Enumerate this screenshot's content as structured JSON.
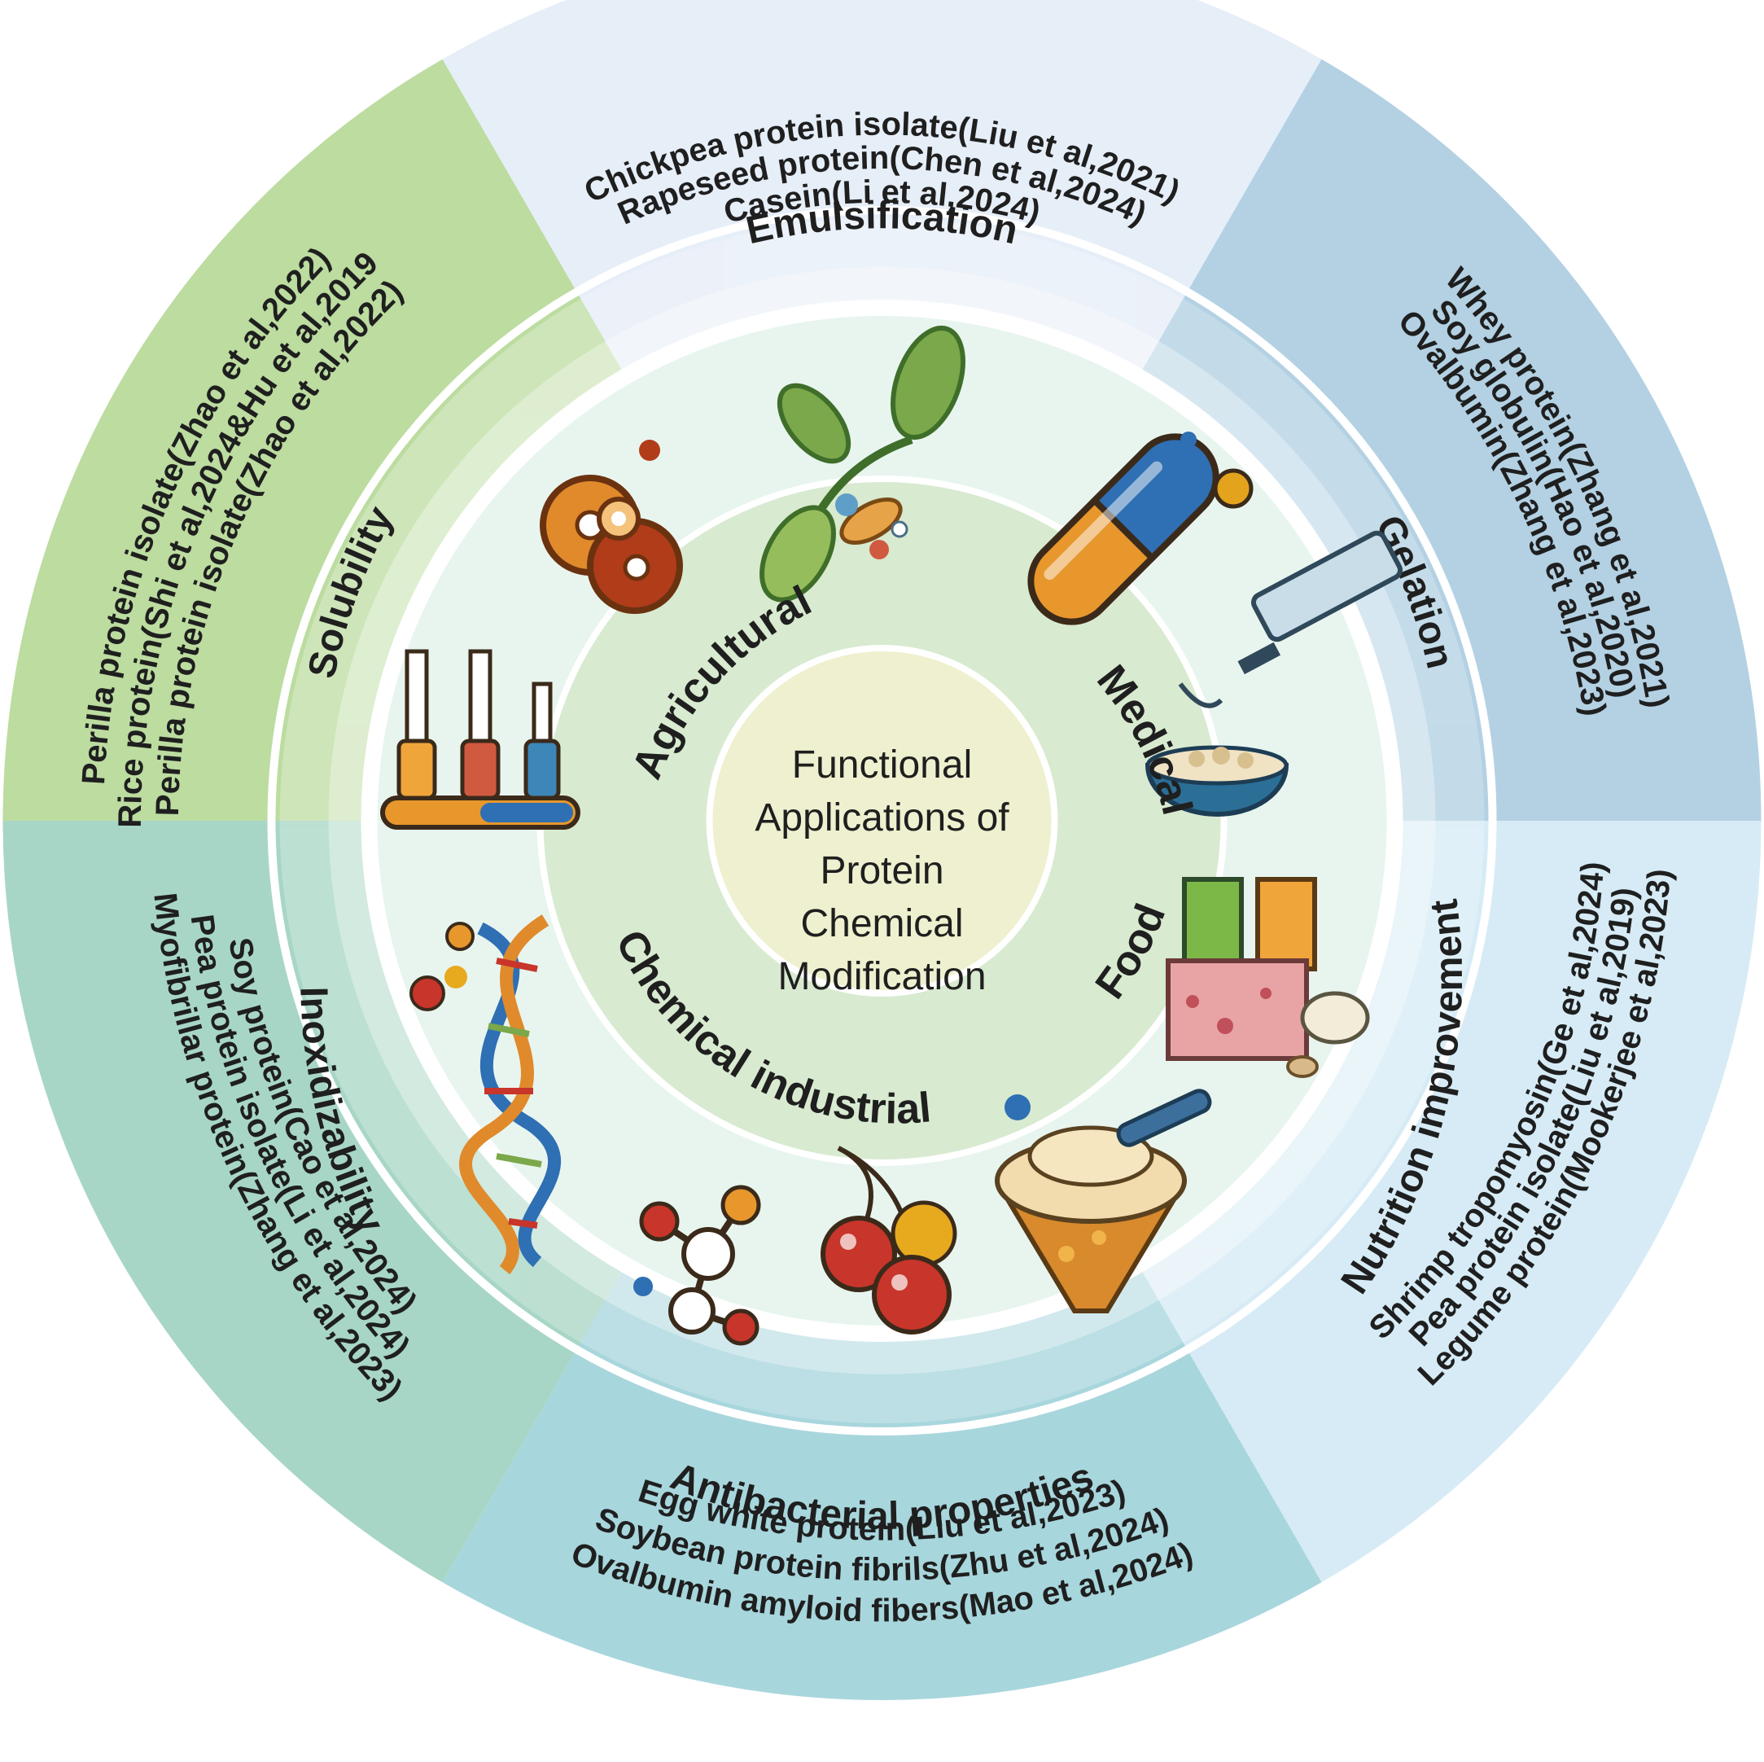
{
  "center": {
    "lines": [
      "Functional",
      "Applications of",
      "Protein",
      "Chemical",
      "Modification"
    ]
  },
  "applications": {
    "agricultural": "Agricultural",
    "medical": "Medical",
    "food": "Food",
    "chemical_industrial": "Chemical industrial"
  },
  "properties": {
    "emulsification": {
      "label": "Emulsification",
      "refs": [
        "Chickpea protein isolate(Liu et al,2021)",
        "Rapeseed protein(Chen et al,2024)",
        "Casein(Li et al,2024)"
      ]
    },
    "gelation": {
      "label": "Gelation",
      "refs": [
        "Whey protein(Zhang et al,2021)",
        "Soy globulin(Hao et al,2020)",
        "Ovalbumin(Zhang et al,2023)"
      ]
    },
    "nutrition": {
      "label": "Nutrition improvement",
      "refs": [
        "Shrimp tropomyosin(Ge et al,2024)",
        "Pea protein isolate(Liu et al,2019)",
        "Legume protein(Mookerjee et al,2023)"
      ]
    },
    "antibacterial": {
      "label": "Antibacterial properties",
      "refs": [
        "Egg white protein(Liu et al,2023)",
        "Soybean protein fibrils(Zhu et al,2024)",
        "Ovalbumin amyloid fibers(Mao et al,2024)"
      ]
    },
    "inoxidizability": {
      "label": "Inoxidizability",
      "refs": [
        "Soy protein(Cao et al,2024)",
        "Pea protein isolate(Li et al,2024)",
        "Myofibrillar protein(Zhang et al,2023)"
      ]
    },
    "solubility": {
      "label": "Solubility",
      "refs": [
        "Perilla protein isolate(Zhao et al,2022)",
        "Rice protein(Shi et al,2024&Hu et al,2019)",
        "Perilla protein isolate(Zhao et al,2022)"
      ]
    }
  },
  "colors": {
    "emulsification": "#e6eef8",
    "gelation": "#b3d1e3",
    "nutrition": "#d6ebf5",
    "antibacterial": "#a8d6dd",
    "inoxidizability": "#a8d6c6",
    "solubility": "#bcdca0",
    "inner_disc": "#e8f5ef",
    "app_ring": "#d8ead0",
    "center": "#eef0cf"
  },
  "icons": [
    "fungi-cell-icon",
    "plant-leaves-icon",
    "pill-capsule-icon",
    "syringe-bowl-icon",
    "food-drinks-icon",
    "dessert-cream-icon",
    "cherries-icon",
    "molecule-icon",
    "dna-helix-icon",
    "test-tubes-icon"
  ]
}
